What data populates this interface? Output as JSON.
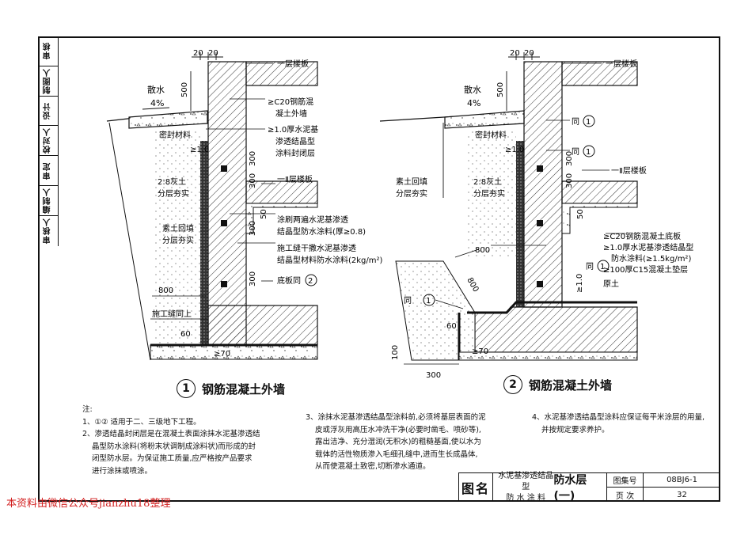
{
  "sidebar": {
    "items": [
      "审核",
      "制图人",
      "设计",
      "校对人",
      "审定",
      "编制人",
      "审核人"
    ]
  },
  "detail1": {
    "num": "1",
    "caption": "钢筋混凝土外墙",
    "dim_top_a": "20",
    "dim_top_b": "20",
    "dim_500": "500",
    "slope_label": "散水",
    "slope": "4%",
    "label_floor1": "一层楼板",
    "label_c20": "≥C20钢筋混",
    "label_c20b": "凝土外墙",
    "label_coat1": "≥1.0厚水泥基",
    "label_coat2": "渗透结晶型",
    "label_coat3": "涂料封闭层",
    "label_seal": "密封材料",
    "dim_1_0": "≥1.0",
    "label_lime1": "2:8灰土",
    "label_lime2": "分层夯实",
    "label_fill1": "素土回填",
    "label_fill2": "分层夯实",
    "dim_300a": "300",
    "dim_300b": "300",
    "label_b2": "一Ⅱ层楼板",
    "dim_50": "50",
    "label_brush1": "涂刷两遍水泥基渗透",
    "label_brush2": "结晶型防水涂料(厚≥0.8)",
    "label_joint1": "施工缝干撒水泥基渗透",
    "label_joint2": "结晶型材料防水涂料(2kg/m²)",
    "dim_300c": "300",
    "dim_300d": "300",
    "label_base": "底板同",
    "base_ref": "2",
    "dim_800": "800",
    "label_joint_same": "施工缝同上",
    "dim_60": "60",
    "dim_70": "≥70"
  },
  "detail2": {
    "num": "2",
    "caption": "钢筋混凝土外墙",
    "dim_top_a": "20",
    "dim_top_b": "20",
    "dim_500": "500",
    "slope_label": "散水",
    "slope": "4%",
    "label_floor1": "一层楼板",
    "label_same": "同",
    "ref": "1",
    "label_seal": "密封材料",
    "dim_1_0": "≥1.0",
    "label_fill1": "素土回填",
    "label_fill2": "分层夯实",
    "label_lime1": "2:8灰土",
    "label_lime2": "分层夯实",
    "label_b2": "一Ⅱ层楼板",
    "dim_300a": "300",
    "dim_300b": "300",
    "dim_50": "50",
    "label_bottom1": "≥C20钢筋混凝土底板",
    "label_bottom2": "≥1.0厚水泥基渗透结晶型",
    "label_bottom3": "防水涂料(≥1.5kg/m²)",
    "label_bottom4": "≥100厚C15混凝土垫层",
    "label_bottom5": "原土",
    "dim_800": "800",
    "dim_808": "800",
    "dim_60": "60",
    "dim_1_0b": "≥1.0",
    "dim_100": "100",
    "dim_300": "300",
    "dim_70": "≥70"
  },
  "notes": {
    "heading": "注:",
    "n1": "1、①② 适用于二、三级地下工程。",
    "n2a": "2、渗透结晶封闭层是在混凝土表面涂抹水泥基渗透结",
    "n2b": "晶型防水涂料(将粉末状调制成涂料状)而形成的封",
    "n2c": "闭型防水层。为保证施工质量,应严格按产品要求",
    "n2d": "进行涂抹或喷涂。",
    "n3a": "3、涂抹水泥基渗透结晶型涂料前,必须将基层表面的泥",
    "n3b": "皮或浮灰用高压水冲洗干净(必要时凿毛、喷砂等),",
    "n3c": "露出洁净、充分湿润(无积水)的粗糙基面,使以水为",
    "n3d": "载体的活性物质渗入毛细孔缝中,进而生长成晶体,",
    "n3e": "从而使混凝土致密,切断渗水通道。",
    "n4a": "4、水泥基渗透结晶型涂料应保证每平米涂层的用量,",
    "n4b": "并按规定要求养护。"
  },
  "titleblock": {
    "name": "图名",
    "title1": "水泥基渗透结晶型",
    "title2": "防 水 涂 料",
    "title3": "防水层(一)",
    "atlas_label": "图集号",
    "atlas_value": "08BJ6-1",
    "page_label": "页 次",
    "page_value": "32"
  },
  "watermark": "本资料由微信公众号jianzhu18整理"
}
